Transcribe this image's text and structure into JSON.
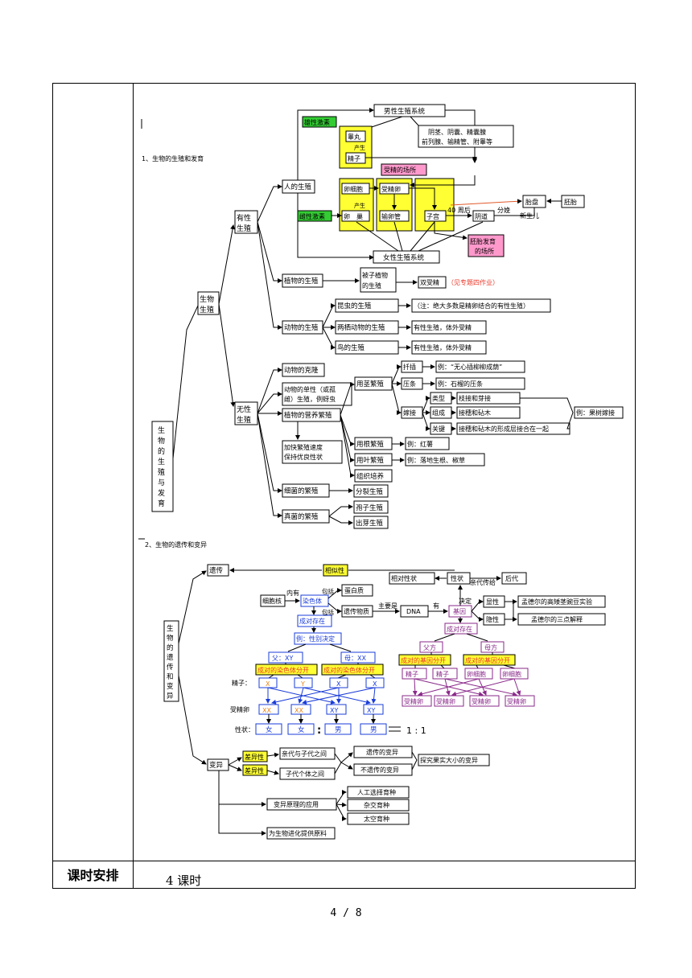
{
  "section1_title": "1、生物的生殖和发育",
  "section2_title": "2、生物的遗传和变异",
  "root1": [
    "生",
    "物",
    "的",
    "生",
    "殖",
    "与",
    "发",
    "育"
  ],
  "s1": {
    "shengwu_shengzhi": [
      "生物",
      "生殖"
    ],
    "youxing": [
      "有性",
      "生殖"
    ],
    "wuxing": [
      "无性",
      "生殖"
    ],
    "ren": "人的生殖",
    "zhiwu": "植物的生殖",
    "dongwu": "动物的生殖",
    "male_system": "男性生殖系统",
    "xiongxing_jisu": "雄性激素",
    "gaowan": "睾丸",
    "chansheng": "产生",
    "jingzi": "精子",
    "male_organs": [
      "阴茎、阴囊、精囊腺",
      "前列腺、输精管、附睾等"
    ],
    "shoujing_site": "受精的场所",
    "luanxibao": "卵细胞",
    "shoujingluan": "受精卵",
    "luanchao": "卵　巢",
    "shuluanguan": "输卵管",
    "zigong": "子宫",
    "cixing_jisu": "雌性激素",
    "zhou_label": "40 周后",
    "yindao": "阴道",
    "fenmian": "分娩",
    "xinshenger": "新生儿",
    "taipan": "胎盘",
    "peitai": "胚胎",
    "peitai_site": [
      "胚胎发育",
      "的场所"
    ],
    "female_system": "女性生殖系统",
    "beizi": [
      "被子植物",
      "的生殖"
    ],
    "shuangshoujing": "双受精",
    "homework": "（见专题四作业）",
    "kunchong": "昆虫的生殖",
    "note_insect": "（注：绝大多数是精卵结合的有性生殖）",
    "liangqi": "两栖动物的生殖",
    "liangqi_note": "有性生殖，体外受精",
    "niao": "鸟的生殖",
    "niao_note": "有性生殖，体外受精",
    "kelong": "动物的克隆",
    "danxing": [
      "动物的单性（或孤",
      "雌）生殖，例蚜虫"
    ],
    "yingyang": "植物的营养繁殖",
    "jiakuai": [
      "加快繁殖速度",
      "保持优良性状"
    ],
    "yongjing": "用茎繁殖",
    "qiancha": "扦插",
    "qiancha_ex": "例：“无心插柳柳成荫”",
    "yatiao": "压条",
    "yatiao_ex": "例：石榴的压条",
    "jiajie": "嫁接",
    "leixing": "类型",
    "leixing_v": "枝接和芽接",
    "zucheng": "组成",
    "zucheng_v": "接穗和砧木",
    "guanjian": "关键",
    "guanjian_v": "接穗和砧木的形成层接合在一起",
    "jiajie_ex": "例：果树嫁接",
    "yonggen": "用根繁殖",
    "yonggen_ex": "例：红薯",
    "yongye": "用叶繁殖",
    "yongye_ex": "例：落地生根、椒草",
    "zuzhi": "组织培养",
    "xijun": "细菌的繁殖",
    "fenlie": "分裂生殖",
    "zhenjun": "真菌的繁殖",
    "baozi": "孢子生殖",
    "chuya": "出芽生殖"
  },
  "root2": [
    "生",
    "物",
    "的",
    "遗",
    "传",
    "和",
    "变",
    "异"
  ],
  "s2": {
    "yichuan": "遗传",
    "xiangsixing": "相似性",
    "xiangduixingzhuang": "相对性状",
    "xingzhuang": "性状",
    "qindaichuandi": "亲代传给",
    "houdai": "后代",
    "xibaohe": "细胞核",
    "neiyou": "内有",
    "baokuo1": "包括",
    "baokuo2": "包括",
    "ransheti": "染色体",
    "danbaizhi": "蛋白质",
    "yichuanwuzhi": "遗传物质",
    "zhuyaoshi": "主要是",
    "dna": "DNA",
    "you": "有",
    "jiyin": "基因",
    "jueding": "决定",
    "xianxing": "显性",
    "yinxing": "隐性",
    "mendel1": "孟德尔的高矮茎豌豆实验",
    "mendel2": "孟德尔的三点解释",
    "chengdui1": "成对存在",
    "chengdui2": "成对存在",
    "xingbie": "例：性别决定",
    "fu": "父：XY",
    "mu": "母：XX",
    "fenkai1": "成对的染色体分开",
    "fenkai2": "成对的染色体分开",
    "jingzi_lbl": "精子：",
    "chr": [
      "X",
      "Y",
      "X",
      "X"
    ],
    "shoujingluan_lbl": "受精卵",
    "zyg": [
      "XX",
      "XX",
      "XY",
      "XY"
    ],
    "xingzhuang_lbl": "性状：",
    "sex": [
      "女",
      "女",
      "男",
      "男"
    ],
    "colon": ":",
    "ratio": "1 : 1",
    "fufang": "父方",
    "mufang": "母方",
    "jyfenkai1": "成对的基因分开",
    "jyfenkai2": "成对的基因分开",
    "g_cells": [
      "精子",
      "精子",
      "卵细胞",
      "卵细胞"
    ],
    "g_zyg": [
      "受精卵",
      "受精卵",
      "受精卵",
      "受精卵"
    ],
    "bianyi": "变异",
    "chayixing1": "差异性",
    "chayixing2": "差异性",
    "qindai_zidai": "亲代与子代之间",
    "zidai_geti": "子代个体之间",
    "kyichuan": "遗传的变异",
    "bukyichuan": "不遗传的变异",
    "tanjiu": "探究果实大小的变异",
    "yuanli": "变异原理的应用",
    "rengong": "人工选择育种",
    "zajiao": "杂交育种",
    "taikong": "太空育种",
    "jinhua": "为生物进化提供原料"
  },
  "schedule": {
    "label": "课时安排",
    "value": "4 课时"
  },
  "footer": "4 / 8"
}
